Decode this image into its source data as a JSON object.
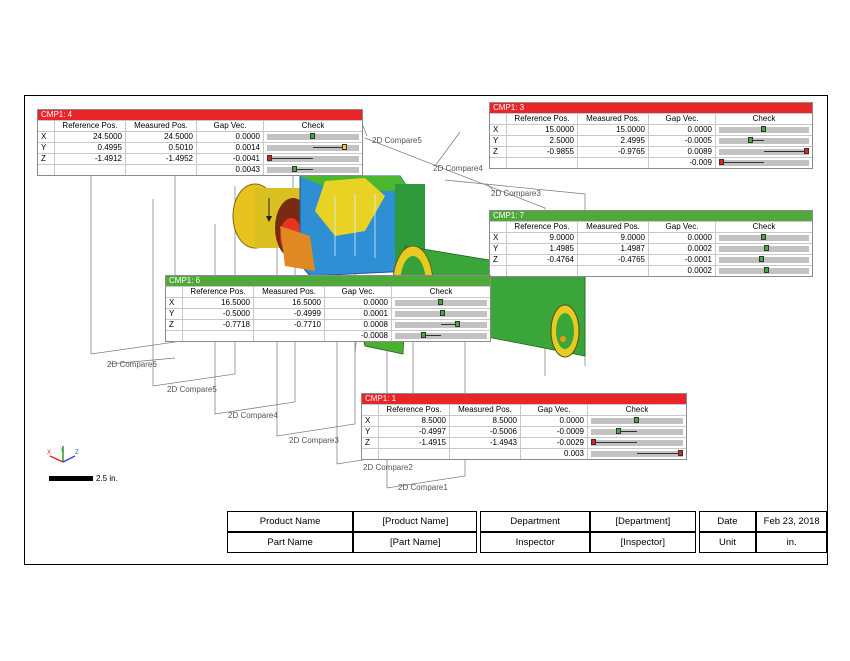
{
  "colors": {
    "red_header": "#e8262a",
    "green_header": "#4fa83a",
    "pass": "#3fae3f",
    "warn": "#e6d23a",
    "fail": "#e0201f"
  },
  "compare_labels": [
    "2D Compare5",
    "2D Compare4",
    "2D Compare3",
    "2D Compare6",
    "2D Compare5",
    "2D Compare4",
    "2D Compare3",
    "2D Compare2",
    "2D Compare1"
  ],
  "scale_label": "2.5 in.",
  "axis_labels": {
    "x": "X",
    "y": "Y",
    "z": "Z"
  },
  "table_headers": [
    "",
    "Reference Pos.",
    "Measured Pos.",
    "Gap Vec.",
    "Check"
  ],
  "cmp": [
    {
      "title": "CMP1: 4",
      "status": "fail",
      "rows": [
        [
          "X",
          "24.5000",
          "24.5000",
          "0.0000"
        ],
        [
          "Y",
          "0.4995",
          "0.5010",
          "0.0014"
        ],
        [
          "Z",
          "-1.4912",
          "-1.4952",
          "-0.0041"
        ]
      ],
      "total": "0.0043",
      "checks": [
        {
          "pos": 0.5,
          "state": "pass"
        },
        {
          "pos": 0.85,
          "state": "warn"
        },
        {
          "pos": 0.0,
          "state": "fail"
        },
        {
          "pos": 0.3,
          "state": "pass"
        }
      ]
    },
    {
      "title": "CMP1: 3",
      "status": "fail",
      "rows": [
        [
          "X",
          "15.0000",
          "15.0000",
          "0.0000"
        ],
        [
          "Y",
          "2.5000",
          "2.4995",
          "-0.0005"
        ],
        [
          "Z",
          "-0.9855",
          "-0.9765",
          "0.0089"
        ]
      ],
      "total": "-0.009",
      "checks": [
        {
          "pos": 0.5,
          "state": "pass"
        },
        {
          "pos": 0.36,
          "state": "pass"
        },
        {
          "pos": 0.98,
          "state": "fail"
        },
        {
          "pos": 0.0,
          "state": "fail"
        }
      ]
    },
    {
      "title": "CMP1: 7",
      "status": "pass",
      "rows": [
        [
          "X",
          "9.0000",
          "9.0000",
          "0.0000"
        ],
        [
          "Y",
          "1.4985",
          "1.4987",
          "0.0002"
        ],
        [
          "Z",
          "-0.4764",
          "-0.4765",
          "-0.0001"
        ]
      ],
      "total": "0.0002",
      "checks": [
        {
          "pos": 0.5,
          "state": "pass"
        },
        {
          "pos": 0.53,
          "state": "pass"
        },
        {
          "pos": 0.48,
          "state": "pass"
        },
        {
          "pos": 0.53,
          "state": "pass"
        }
      ]
    },
    {
      "title": "CMP1: 6",
      "status": "pass",
      "rows": [
        [
          "X",
          "16.5000",
          "16.5000",
          "0.0000"
        ],
        [
          "Y",
          "-0.5000",
          "-0.4999",
          "0.0001"
        ],
        [
          "Z",
          "-0.7718",
          "-0.7710",
          "0.0008"
        ]
      ],
      "total": "-0.0008",
      "checks": [
        {
          "pos": 0.5,
          "state": "pass"
        },
        {
          "pos": 0.52,
          "state": "pass"
        },
        {
          "pos": 0.68,
          "state": "pass"
        },
        {
          "pos": 0.32,
          "state": "pass"
        }
      ]
    },
    {
      "title": "CMP1: 1",
      "status": "fail",
      "rows": [
        [
          "X",
          "8.5000",
          "8.5000",
          "0.0000"
        ],
        [
          "Y",
          "-0.4997",
          "-0.5006",
          "-0.0009"
        ],
        [
          "Z",
          "-1.4915",
          "-1.4943",
          "-0.0029"
        ]
      ],
      "total": "0.003",
      "checks": [
        {
          "pos": 0.5,
          "state": "pass"
        },
        {
          "pos": 0.3,
          "state": "pass"
        },
        {
          "pos": 0.0,
          "state": "fail"
        },
        {
          "pos": 0.98,
          "state": "fail"
        }
      ]
    }
  ],
  "info": {
    "product_name_label": "Product Name",
    "product_name_value": "[Product Name]",
    "department_label": "Department",
    "department_value": "[Department]",
    "date_label": "Date",
    "date_value": "Feb 23, 2018",
    "part_name_label": "Part Name",
    "part_name_value": "[Part Name]",
    "inspector_label": "Inspector",
    "inspector_value": "[Inspector]",
    "unit_label": "Unit",
    "unit_value": "in."
  }
}
